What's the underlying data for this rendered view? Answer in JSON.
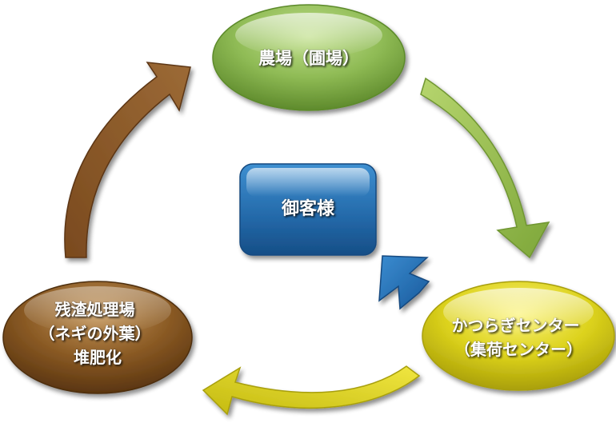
{
  "nodes": {
    "farm": {
      "lines": [
        "農場（圃場）"
      ],
      "color": "#8db858"
    },
    "center": {
      "lines": [
        "かつらぎセンター",
        "（集荷センター）"
      ],
      "color": "#d9cf1a"
    },
    "residue": {
      "lines": [
        "残渣処理場",
        "（ネギの外葉）",
        "堆肥化"
      ],
      "color": "#8a5a24"
    },
    "customer": {
      "lines": [
        "御客様"
      ],
      "color": "#2872b0"
    }
  },
  "arrows": {
    "farm_to_center": {
      "from": "farm",
      "to": "center",
      "color": "#9fc24f"
    },
    "center_to_residue": {
      "from": "center",
      "to": "residue",
      "color": "#dbd21c"
    },
    "residue_to_farm": {
      "from": "residue",
      "to": "farm",
      "color": "#8e5a2a"
    },
    "center_to_customer": {
      "from": "center",
      "to": "customer",
      "color": "#1f64a8"
    }
  }
}
